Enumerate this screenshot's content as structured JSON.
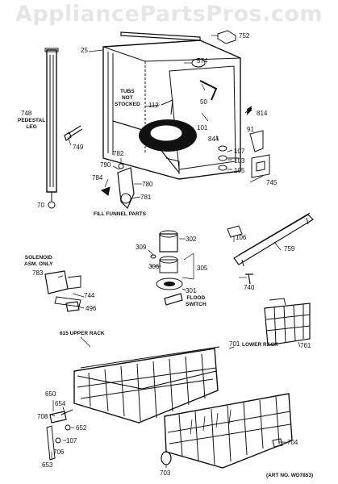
{
  "watermark": "AppliancePartsPros.com",
  "labels": {
    "p25": "25",
    "p752": "752",
    "p574": "574",
    "p748": "748",
    "pedestal_leg": "PEDESTAL\nLEG",
    "tubs_not_stocked": "TUBS\nNOT\nSTOCKED",
    "p112": "112",
    "p50": "50",
    "p814": "814",
    "p749": "749",
    "p101": "101",
    "p91": "91",
    "p844": "844",
    "p107a": "107",
    "p103": "103",
    "p105": "105",
    "p782": "782",
    "p790": "790",
    "p784": "784",
    "p780": "780",
    "p781": "781",
    "p745": "745",
    "p70": "70",
    "fill_funnel_parts": "FILL FUNNEL PARTS",
    "p106": "106",
    "p309": "309",
    "p302": "302",
    "p759": "759",
    "solenoid_asm_only": "SOLENOID\nASM. ONLY",
    "p306": "306",
    "p305": "305",
    "p783": "783",
    "p740": "740",
    "p301": "301",
    "p744": "744",
    "flood_switch": "FLOOD\nSWITCH",
    "p496": "496",
    "p761": "761",
    "upper_rack": "615 UPPER RACK",
    "p701": "701",
    "lower_rack": "LOWER RACK",
    "p650": "650",
    "p654": "654",
    "p708": "708",
    "p652": "652",
    "p107b": "107",
    "p706": "706",
    "p653": "653",
    "p703": "703",
    "p704": "704",
    "art_no": "(ART NO. WD7853)"
  }
}
